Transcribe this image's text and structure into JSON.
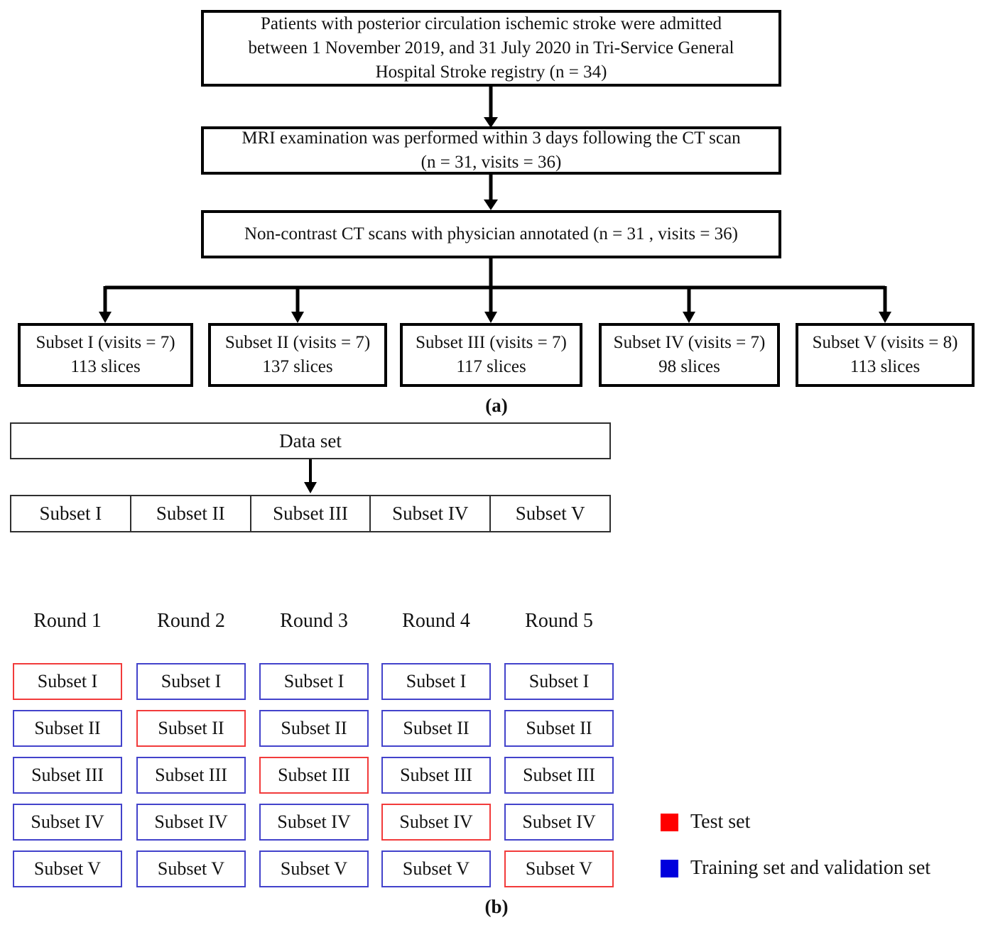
{
  "colors": {
    "box-red": "#f23b3b",
    "box-blue": "#4343cb",
    "legend-red": "#ff0000",
    "legend-blue": "#0000dd",
    "arrow-black": "#000000"
  },
  "part_a": {
    "registry_box": {
      "line1": "Patients with posterior circulation ischemic stroke were admitted",
      "line2": "between 1 November 2019, and 31 July 2020 in Tri-Service General",
      "line3": "Hospital Stroke registry (n = 34)"
    },
    "mri_box": {
      "line1": "MRI examination was performed within 3 days following the CT scan",
      "line2": "(n = 31, visits = 36)"
    },
    "ct_box": {
      "line1": "Non-contrast CT scans with physician annotated (n = 31 , visits = 36)"
    },
    "subsets": [
      {
        "line1": "Subset I (visits = 7)",
        "line2": "113 slices"
      },
      {
        "line1": "Subset II (visits = 7)",
        "line2": "137 slices"
      },
      {
        "line1": "Subset III (visits = 7)",
        "line2": "117 slices"
      },
      {
        "line1": "Subset IV (visits = 7)",
        "line2": "98 slices"
      },
      {
        "line1": "Subset V (visits = 8)",
        "line2": "113 slices"
      }
    ],
    "caption": "(a)"
  },
  "part_b": {
    "dataset_label": "Data set",
    "subset_labels": [
      "Subset I",
      "Subset II",
      "Subset III",
      "Subset IV",
      "Subset V"
    ],
    "rounds": [
      {
        "label": "Round 1",
        "test_subset": "Subset I"
      },
      {
        "label": "Round 2",
        "test_subset": "Subset II"
      },
      {
        "label": "Round 3",
        "test_subset": "Subset III"
      },
      {
        "label": "Round 4",
        "test_subset": "Subset IV"
      },
      {
        "label": "Round 5",
        "test_subset": "Subset V"
      }
    ],
    "legend": {
      "test": "Test set",
      "train": "Training set and validation set"
    },
    "caption": "(b)"
  }
}
